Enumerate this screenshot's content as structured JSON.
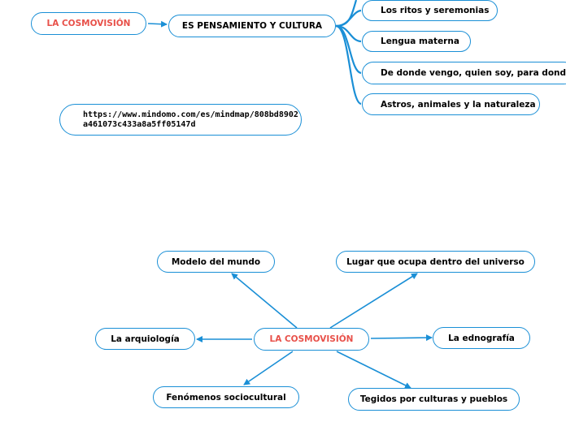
{
  "map1": {
    "root": "LA COSMOVISIÓN",
    "central": "ES PENSAMIENTO Y CULTURA",
    "children": [
      "Los ritos y seremonias",
      "Lengua materna",
      "De donde vengo, quien soy, para donde voy",
      "Astros, animales y la naturaleza"
    ]
  },
  "link_text": "https://www.mindomo.com/es/mindmap/808bd8902a461073c433a8a5ff05147d",
  "map2": {
    "center": "LA COSMOVISIÓN",
    "nodes": {
      "modelo": "Modelo del mundo",
      "lugar": "Lugar que ocupa dentro del universo",
      "arquiologia": "La arquiología",
      "ednografia": "La ednografía",
      "fenomenos": "Fenómenos sociocultural",
      "tegidos": "Tegidos por culturas y pueblos"
    }
  },
  "colors": {
    "line": "#1a8fd6",
    "root_text": "#e8514a",
    "node_text": "#000000"
  }
}
